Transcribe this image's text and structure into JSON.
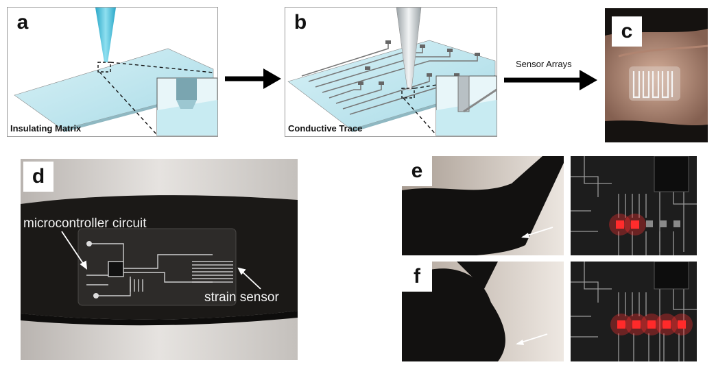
{
  "panels": {
    "a": {
      "letter": "a",
      "caption": "Insulating Matrix"
    },
    "b": {
      "letter": "b",
      "caption": "Conductive Trace"
    },
    "c": {
      "letter": "c"
    },
    "d": {
      "letter": "d",
      "label_circuit": "microcontroller circuit",
      "label_sensor": "strain sensor"
    },
    "e": {
      "letter": "e"
    },
    "f": {
      "letter": "f"
    }
  },
  "arrows": {
    "b_to_c_label": "Sensor Arrays"
  },
  "colors": {
    "matrix_blue": "#bfe6ef",
    "nozzle": "#5fc8e0",
    "led_red": "#ff2a2a"
  }
}
